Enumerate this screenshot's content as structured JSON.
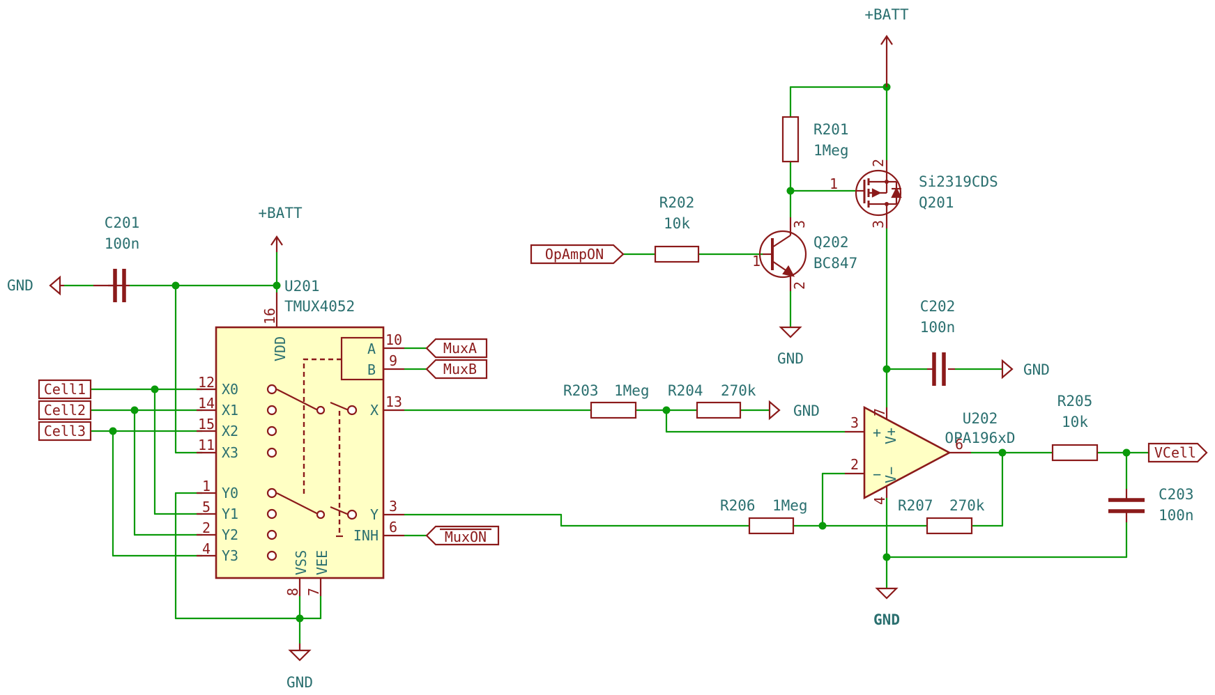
{
  "power": {
    "batt": "+BATT",
    "gnd": "GND"
  },
  "components": {
    "c201": {
      "ref": "C201",
      "value": "100n"
    },
    "c202": {
      "ref": "C202",
      "value": "100n"
    },
    "c203": {
      "ref": "C203",
      "value": "100n"
    },
    "r201": {
      "ref": "R201",
      "value": "1Meg"
    },
    "r202": {
      "ref": "R202",
      "value": "10k"
    },
    "r203": {
      "ref": "R203",
      "value": "1Meg"
    },
    "r204": {
      "ref": "R204",
      "value": "270k"
    },
    "r205": {
      "ref": "R205",
      "value": "10k"
    },
    "r206": {
      "ref": "R206",
      "value": "1Meg"
    },
    "r207": {
      "ref": "R207",
      "value": "270k"
    },
    "q201": {
      "ref": "Q201",
      "value": "Si2319CDS"
    },
    "q202": {
      "ref": "Q202",
      "value": "BC847"
    },
    "u201": {
      "ref": "U201",
      "value": "TMUX4052",
      "pins_left": [
        "X0",
        "X1",
        "X2",
        "X3",
        "Y0",
        "Y1",
        "Y2",
        "Y3"
      ],
      "pins_left_num": [
        "12",
        "14",
        "15",
        "11",
        "1",
        "5",
        "2",
        "4"
      ],
      "pin_vdd": "VDD",
      "pin_vdd_num": "16",
      "pin_vss": "VSS",
      "pin_vss_num": "8",
      "pin_vee": "VEE",
      "pin_vee_num": "7",
      "pin_a": "A",
      "pin_a_num": "10",
      "pin_b": "B",
      "pin_b_num": "9",
      "pin_x": "X",
      "pin_x_num": "13",
      "pin_y": "Y",
      "pin_y_num": "3",
      "pin_inh": "INH",
      "pin_inh_num": "6"
    },
    "u202": {
      "ref": "U202",
      "value": "OPA196xD",
      "pin_plus": "+",
      "pin_plus_num": "3",
      "pin_minus": "−",
      "pin_minus_num": "2",
      "pin_out_num": "6",
      "pin_vp": "V+",
      "pin_vp_num": "7",
      "pin_vm": "V−",
      "pin_vm_num": "4"
    }
  },
  "transistor_pins": {
    "q201_g": "1",
    "q201_s": "2",
    "q201_d": "3",
    "q202_b": "1",
    "q202_e": "2",
    "q202_c": "3"
  },
  "labels": {
    "cell1": "Cell1",
    "cell2": "Cell2",
    "cell3": "Cell3",
    "muxa": "MuxA",
    "muxb": "MuxB",
    "muxon": "MuxON",
    "opampon": "OpAmpON",
    "vcell": "VCell"
  }
}
